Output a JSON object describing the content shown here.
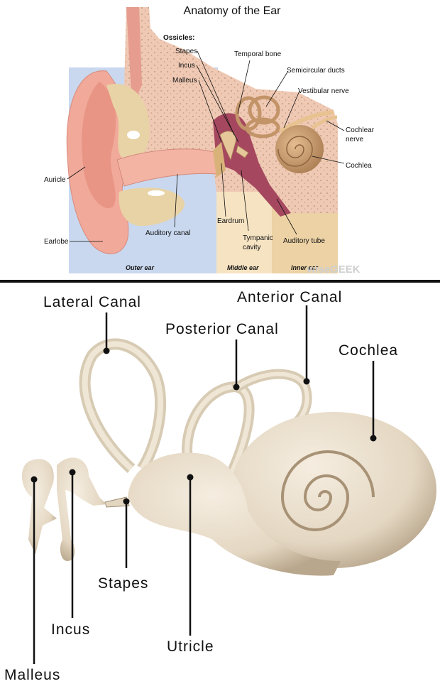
{
  "top_diagram": {
    "title": "Anatomy of the Ear",
    "ossicles_heading": "Ossicles:",
    "labels": {
      "stapes": "Stapes",
      "incus": "Incus",
      "malleus": "Malleus",
      "temporal_bone": "Temporal bone",
      "semicircular_ducts": "Semicircular ducts",
      "vestibular_nerve": "Vestibular nerve",
      "cochlear_nerve_1": "Cochlear",
      "cochlear_nerve_2": "nerve",
      "cochlea": "Cochlea",
      "auricle": "Auricle",
      "earlobe": "Earlobe",
      "auditory_canal": "Auditory canal",
      "eardrum": "Eardrum",
      "tympanic_cavity_1": "Tympanic",
      "tympanic_cavity_2": "cavity",
      "auditory_tube": "Auditory tube"
    },
    "regions": {
      "outer_ear": "Outer ear",
      "middle_ear": "Middle ear",
      "inner_ear": "Inner ear"
    },
    "watermark": "wiseGEEK"
  },
  "bottom_diagram": {
    "labels": {
      "lateral_canal": "Lateral Canal",
      "anterior_canal": "Anterior Canal",
      "posterior_canal": "Posterior Canal",
      "cochlea": "Cochlea",
      "stapes": "Stapes",
      "incus": "Incus",
      "utricle": "Utricle",
      "malleus": "Malleus"
    }
  },
  "colors": {
    "outer_bg": "#c9d8ee",
    "middle_bg": "#f6e3c2",
    "inner_bg": "#ecd2a4",
    "skin": "#f1a99a",
    "bone": "#efc9b4",
    "cartilage": "#e8d3a6",
    "cavity": "#a5485f",
    "cochlea_top": "#c79a6c",
    "ivory": "#e8dcc8",
    "divider": "#111111"
  }
}
